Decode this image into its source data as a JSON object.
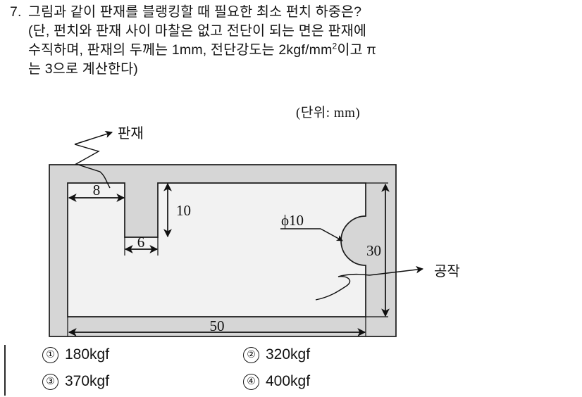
{
  "question": {
    "number": "7.",
    "lines": [
      "그림과 같이 판재를 블랭킹할 때 필요한 최소 펀치 하중은?",
      "(단, 펀치와 판재 사이 마찰은 없고 전단이 되는 면은 판재에",
      "수직하며, 판재의 두께는 1mm, 전단강도는 2kgf/mm",
      "는 3으로 계산한다)"
    ],
    "line3_superscript": "2",
    "line3_tail": "이고 π"
  },
  "diagram": {
    "unit_caption": "(단위: mm)",
    "labels": {
      "plate": "판재",
      "work": "공작",
      "diameter": "ϕ10",
      "width_notch": "8",
      "depth_notch": "10",
      "width_tab": "6",
      "height_total": "30",
      "width_total": "50"
    },
    "colors": {
      "frame_fill": "#d6d6d6",
      "inner_fill": "#f2f2f2",
      "outline": "#1b1b1b"
    }
  },
  "answers": {
    "row1": [
      {
        "marker": "①",
        "label": "180kgf"
      },
      {
        "marker": "②",
        "label": "320kgf"
      }
    ],
    "row2": [
      {
        "marker": "③",
        "label": "370kgf"
      },
      {
        "marker": "④",
        "label": "400kgf"
      }
    ]
  }
}
